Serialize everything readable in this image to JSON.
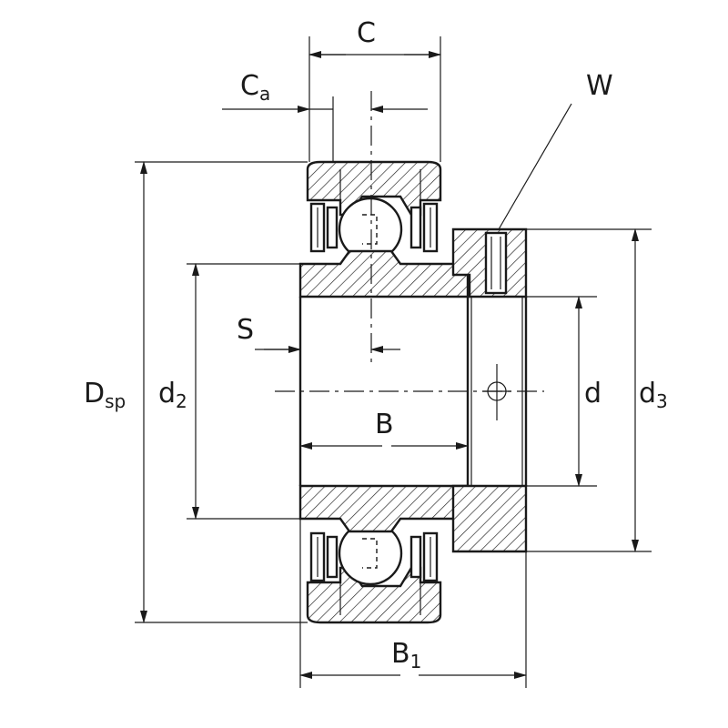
{
  "diagram": {
    "labels": {
      "c": "C",
      "ca_main": "C",
      "ca_sub": "a",
      "w": "W",
      "dsp_main": "D",
      "dsp_sub": "sp",
      "d2_main": "d",
      "d2_sub": "2",
      "s": "S",
      "b": "B",
      "d": "d",
      "d3_main": "d",
      "d3_sub": "3",
      "b1_main": "B",
      "b1_sub": "1"
    }
  }
}
